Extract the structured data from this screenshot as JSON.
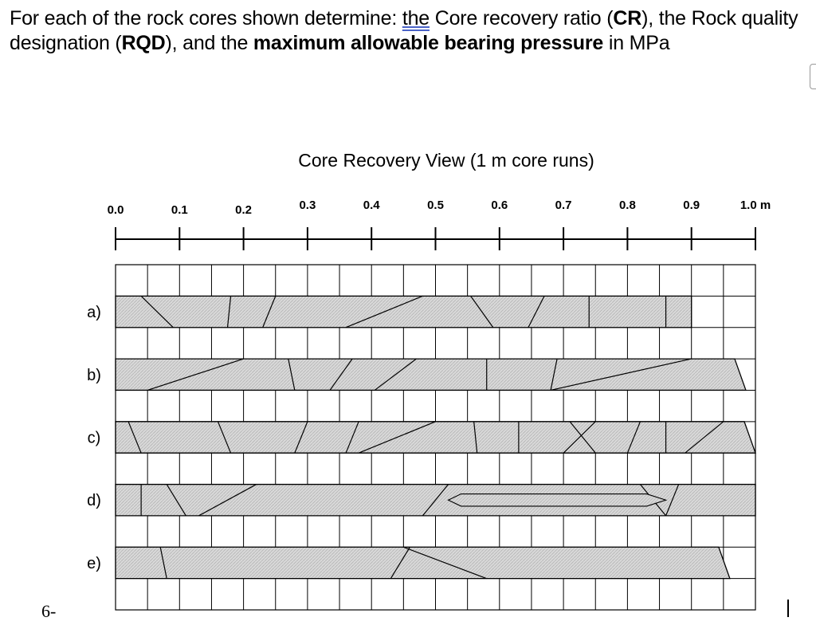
{
  "question": {
    "p1": "For each of the rock cores shown determine: ",
    "the": "the",
    "p2": " Core recovery ratio (",
    "cr": "CR",
    "p3": "), the Rock quality designation (",
    "rqd": "RQD",
    "p4": "), and the ",
    "bold": "maximum allowable bearing pressure",
    "p5": " in MPa"
  },
  "problem_number": "6-",
  "diagram": {
    "title": "Core Recovery View (1 m core runs)",
    "scale_labels": [
      "0.0",
      "0.1",
      "0.2",
      "0.3",
      "0.4",
      "0.5",
      "0.6",
      "0.7",
      "0.8",
      "0.9",
      "1.0 m"
    ],
    "cores": [
      {
        "label": "a)",
        "recovered_to": 0.9,
        "tapered_end": false
      },
      {
        "label": "b)",
        "recovered_to": 0.985,
        "tapered_end": true
      },
      {
        "label": "c)",
        "recovered_to": 1.0,
        "tapered_end": true
      },
      {
        "label": "d)",
        "recovered_to": 1.0,
        "tapered_end": false
      },
      {
        "label": "e)",
        "recovered_to": 0.96,
        "tapered_end": true
      }
    ],
    "colors": {
      "grid": "#000000",
      "core_fill": "#d9d9d9",
      "core_texture": "#b5b5b5"
    }
  }
}
